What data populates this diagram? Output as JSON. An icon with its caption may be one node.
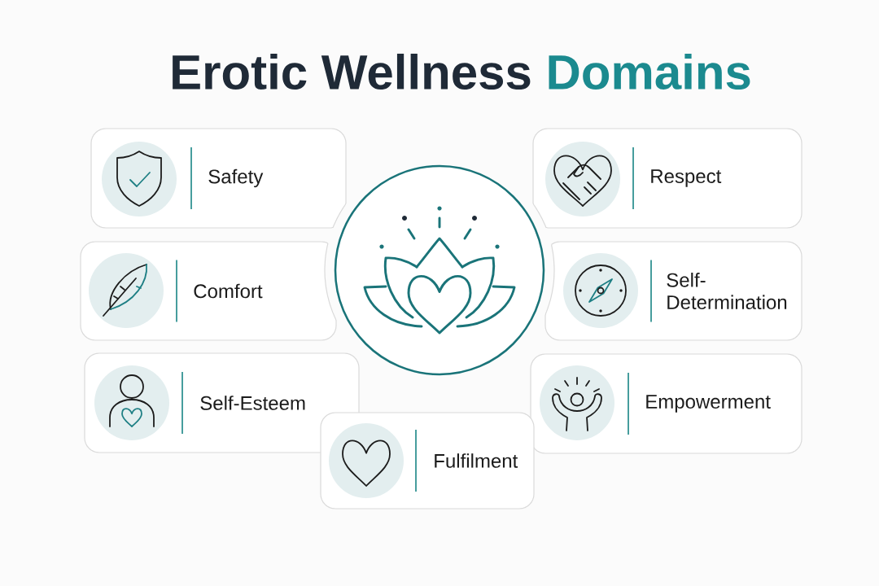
{
  "diagram": {
    "title": "Erotic Wellness Domains",
    "nodes": [
      {
        "text": [
          "Safety"
        ]
      },
      {
        "text": [
          "Respect"
        ]
      },
      {
        "text": [],
        "shape": "circle"
      },
      {
        "text": [
          "Comfort"
        ]
      },
      {
        "text": [
          "Self- Determination"
        ]
      },
      {
        "text": [
          "Self-Esteem"
        ]
      },
      {
        "text": [
          "Empowerment"
        ]
      },
      {
        "text": [
          "Fulfilment"
        ]
      }
    ]
  }
}
